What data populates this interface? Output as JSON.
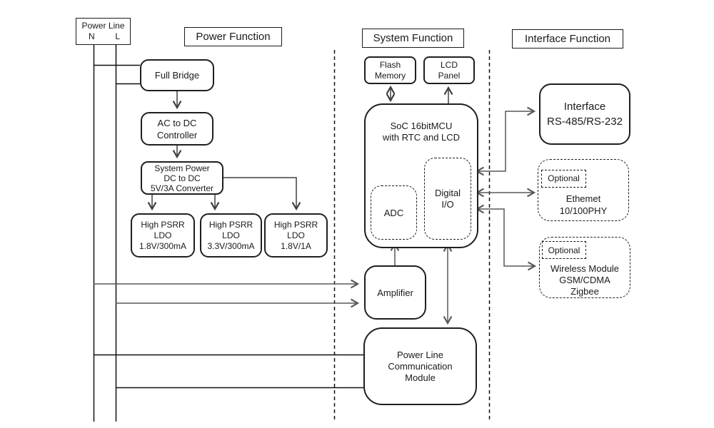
{
  "sections": {
    "power": {
      "title": "Power Function"
    },
    "system": {
      "title": "System Function"
    },
    "interface": {
      "title": "Interface Function"
    }
  },
  "power_line": {
    "title": "Power Line",
    "neutral": "N",
    "live": "L"
  },
  "blocks": {
    "full_bridge": {
      "label": "Full Bridge"
    },
    "ac_dc_controller": {
      "line1": "AC to DC",
      "line2": "Controller"
    },
    "system_power": {
      "line1": "System Power",
      "line2": "DC to DC",
      "line3": "5V/3A Converter"
    },
    "ldo_1": {
      "line1": "High PSRR",
      "line2": "LDO",
      "line3": "1.8V/300mA"
    },
    "ldo_2": {
      "line1": "High PSRR",
      "line2": "LDO",
      "line3": "3.3V/300mA"
    },
    "ldo_3": {
      "line1": "High PSRR",
      "line2": "LDO",
      "line3": "1.8V/1A"
    },
    "flash_memory": {
      "line1": "Flash",
      "line2": "Memory"
    },
    "lcd_panel": {
      "line1": "LCD",
      "line2": "Panel"
    },
    "soc": {
      "line1": "SoC 16bitMCU",
      "line2": "with RTC and LCD"
    },
    "adc": {
      "label": "ADC"
    },
    "digital_io": {
      "line1": "Digital",
      "line2": "I/O"
    },
    "amplifier": {
      "label": "Amplifier"
    },
    "plc_module": {
      "line1": "Power Line",
      "line2": "Communication",
      "line3": "Module"
    },
    "interface_rs": {
      "line1": "Interface",
      "line2": "RS-485/RS-232"
    },
    "ethernet": {
      "optional": "Optional",
      "line1": "Ethemet",
      "line2": "10/100PHY"
    },
    "wireless": {
      "optional": "Optional",
      "line1": "Wireless Module",
      "line2": "GSM/CDMA",
      "line3": "Zigbee"
    }
  },
  "colors": {
    "background": "#ffffff",
    "border": "#1a1a1a",
    "arrow_dark": "#3f3f3f",
    "arrow_gray": "#595959"
  }
}
